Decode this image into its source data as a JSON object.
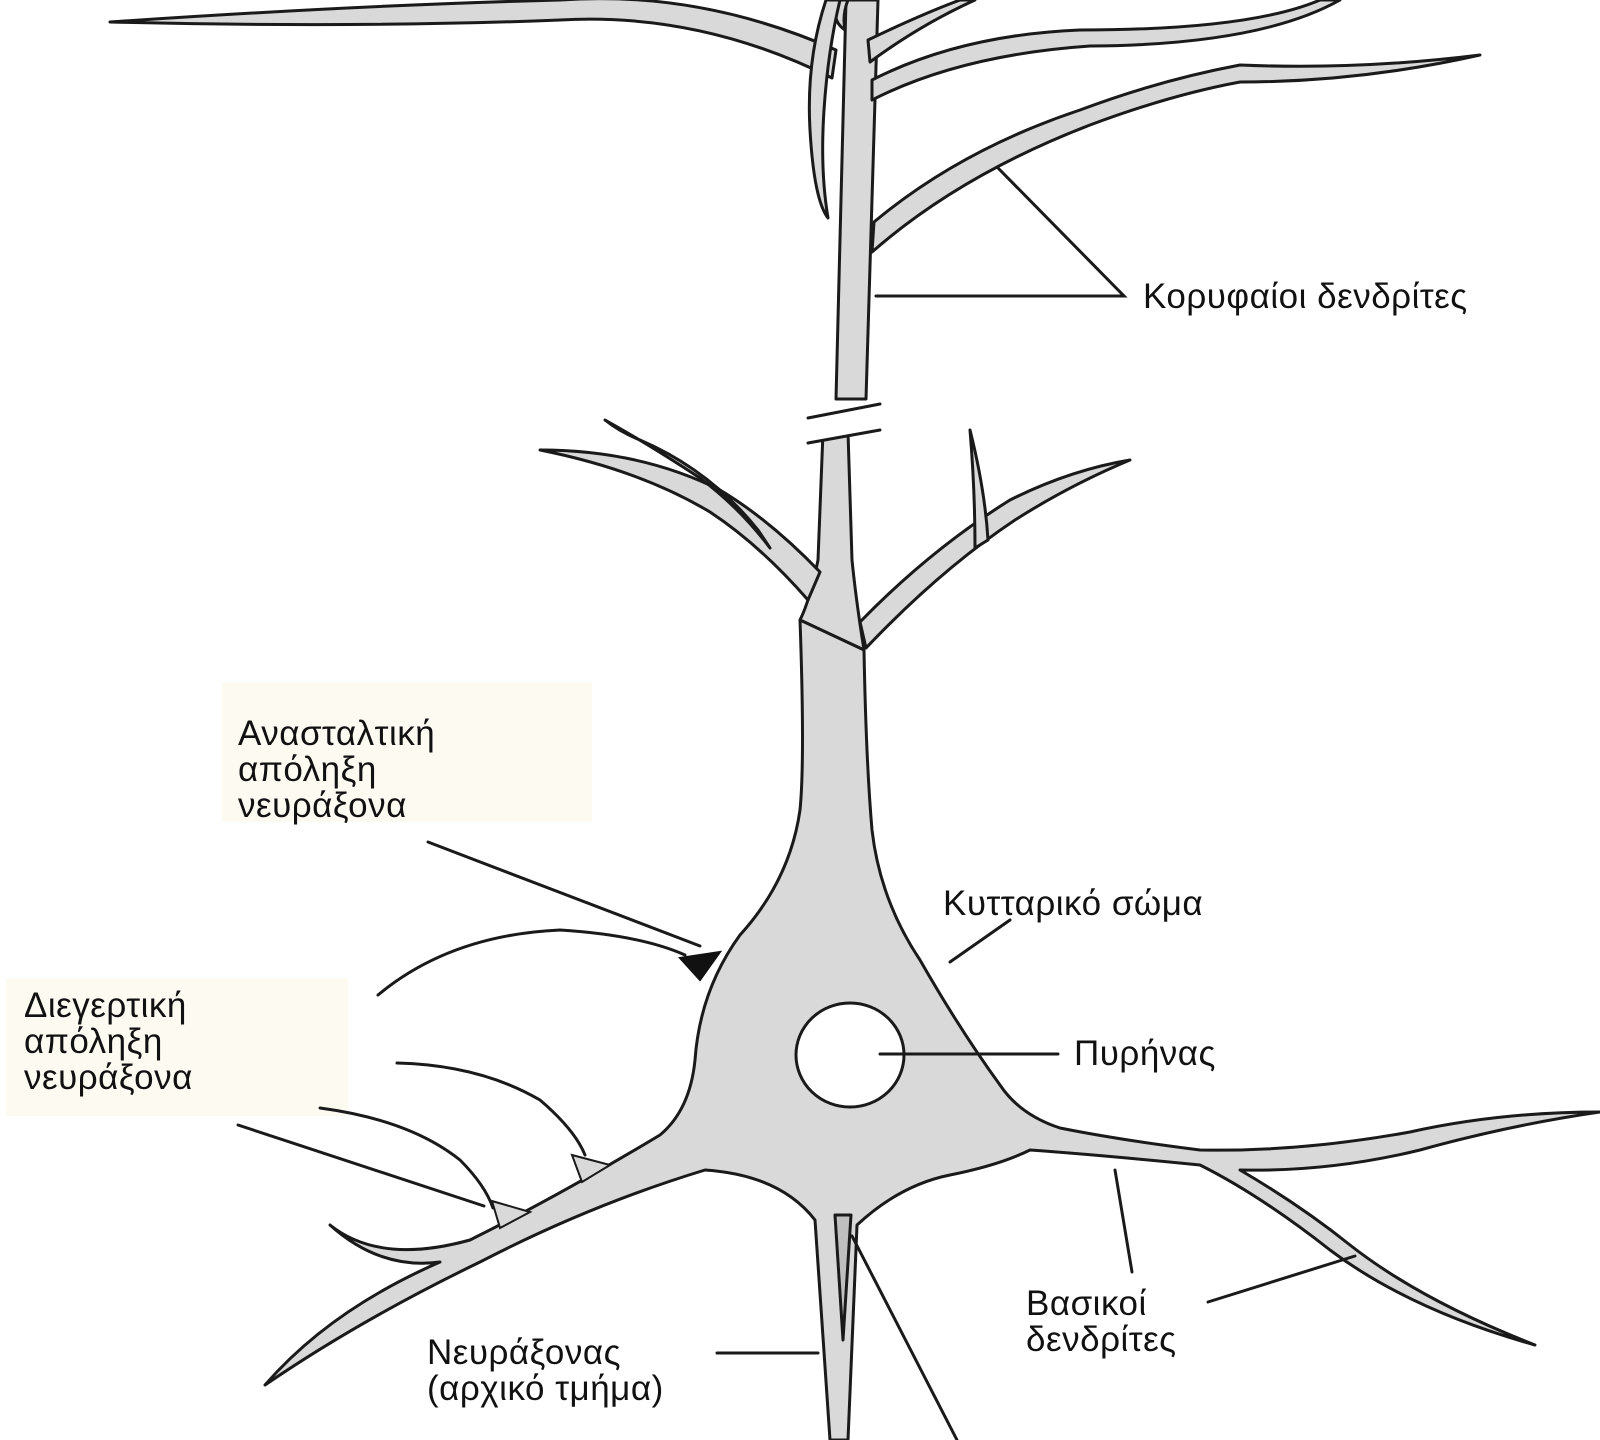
{
  "diagram": {
    "labels": {
      "apical_dendrites": "Κορυφαίοι δενδρίτες",
      "inhibitory_terminal": [
        "Ανασταλτική",
        "απόληξη",
        "νευράξονα"
      ],
      "excitatory_terminal": [
        "Διεγερτική",
        "απόληξη",
        "νευράξονα"
      ],
      "cell_body": "Κυτταρικό σώμα",
      "nucleus": "Πυρήνας",
      "basal_dendrites": [
        "Βασικοί",
        "δενδρίτες"
      ],
      "axon": [
        "Νευράξονας",
        "(αρχικό τμήμα)"
      ]
    },
    "colors": {
      "stroke": "#1a1a1a",
      "fill": "#d9d9d9",
      "label_background": "#fdfaf1"
    }
  }
}
